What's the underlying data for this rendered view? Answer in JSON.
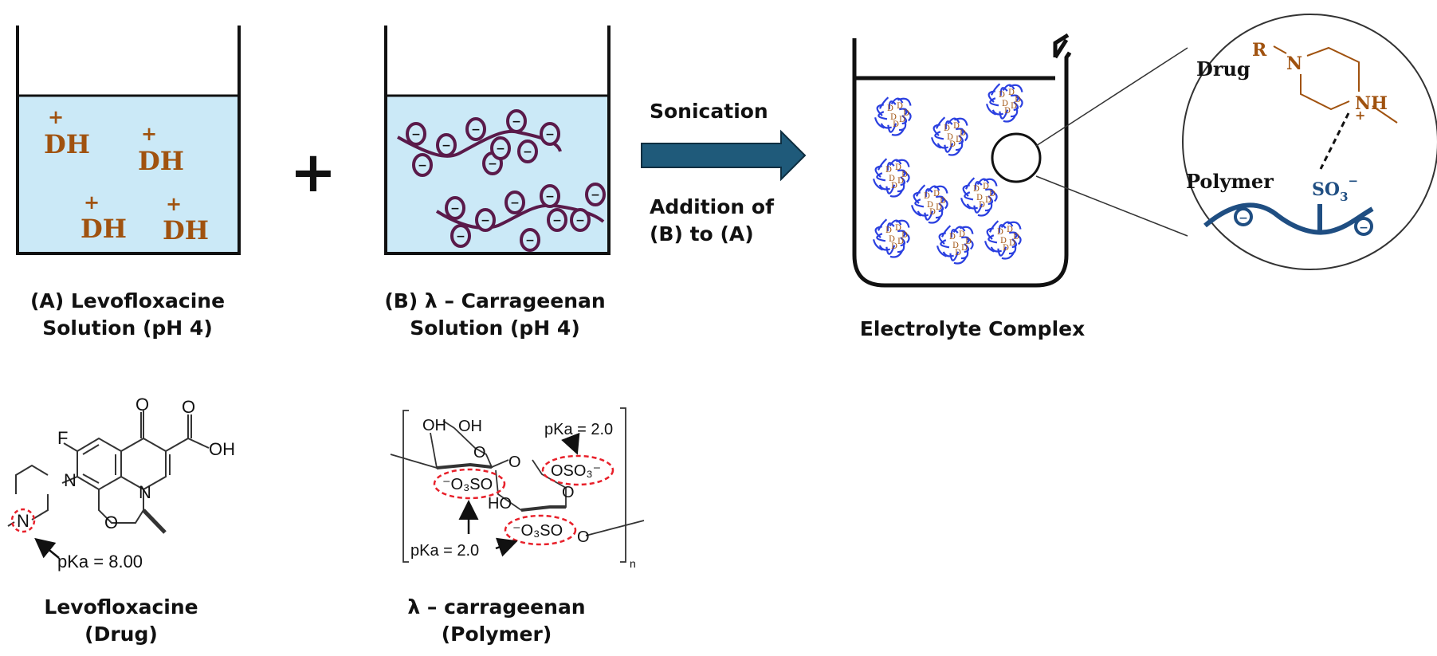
{
  "colors": {
    "solution_fill": "#cbe9f7",
    "drug_brown": "#a0520f",
    "polymer_purple": "#5a1a4a",
    "arrow_teal": "#1f5a7a",
    "complex_blue": "#2a3fe0",
    "zoom_polymer_blue": "#1f4e82",
    "highlight_red": "#e8202a"
  },
  "beaker_a": {
    "species_label": "DH",
    "charge": "+",
    "caption_line1": "(A) Levofloxacine",
    "caption_line2": "Solution (pH 4)"
  },
  "plus_sign": "+",
  "beaker_b": {
    "charge": "−",
    "caption_line1": "(B) λ – Carrageenan",
    "caption_line2": "Solution (pH 4)"
  },
  "process_arrow": {
    "top_label": "Sonication",
    "bottom_line1": "Addition of",
    "bottom_line2": "(B) to (A)"
  },
  "beaker_c": {
    "caption": "Electrolyte Complex",
    "particle_letter": "D"
  },
  "zoom_inset": {
    "drug_label": "Drug",
    "polymer_label": "Polymer",
    "r_group": "R",
    "n_atom": "N",
    "nh_atom": "NH",
    "nh_charge": "+",
    "so3_label": "SO",
    "so3_sub": "3",
    "so3_charge": "−",
    "polymer_charge": "−"
  },
  "levofloxacin_structure": {
    "atom_F": "F",
    "atom_O_keto": "O",
    "atom_O_acid": "O",
    "atom_OH": "OH",
    "atom_N_ring": "N",
    "atom_N_pip1": "N",
    "atom_N_pip2": "N",
    "atom_O_ether": "O",
    "pka_label": "pKa = 8.00",
    "caption_line1": "Levofloxacine",
    "caption_line2": "(Drug)"
  },
  "carrageenan_structure": {
    "oh1": "OH",
    "oh2": "OH",
    "ring_o1": "O",
    "bridge_o": "O",
    "ring_o2": "O",
    "ho": "HO",
    "link_o": "O",
    "sulfate1": "⁻O₃SO",
    "sulfate2": "OSO₃⁻",
    "sulfate3": "⁻O₃SO",
    "pka_top": "pKa = 2.0",
    "pka_bottom": "pKa = 2.0",
    "repeat_n": "n",
    "caption_line1": "λ – carrageenan",
    "caption_line2": "(Polymer)"
  }
}
